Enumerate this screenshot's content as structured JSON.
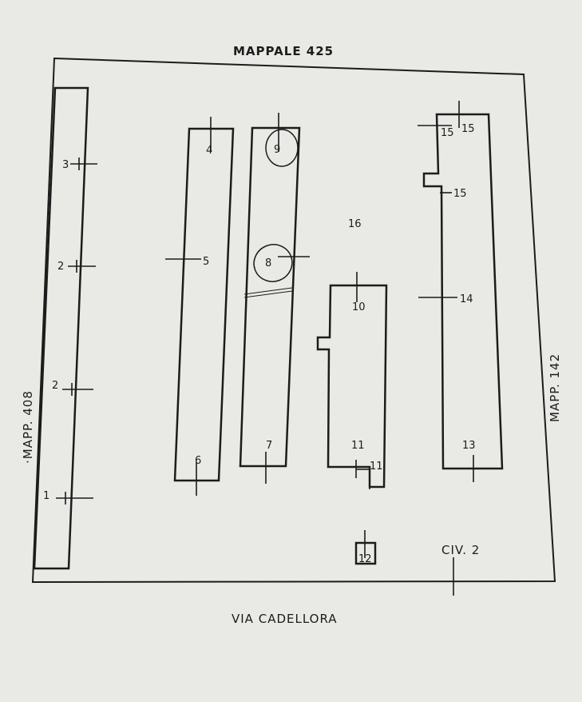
{
  "labels": {
    "mappale_top": "MAPPALE  425",
    "mapp_left": "·MAPP. 408",
    "mapp_right": "MAPP. 142",
    "street": "VIA    CADELLORA",
    "civ": "CIV. 2",
    "area_16": "16"
  },
  "points": {
    "p1": "1",
    "p2a": "2",
    "p2b": "2",
    "p3": "3",
    "p4": "4",
    "p5": "5",
    "p6": "6",
    "p7": "7",
    "p8": "8",
    "p9": "9",
    "p10": "10",
    "p11a": "11",
    "p11b": "11",
    "p12": "12",
    "p13": "13",
    "p14": "14",
    "p15a": "15",
    "p15b": "15",
    "p15c": "15"
  }
}
